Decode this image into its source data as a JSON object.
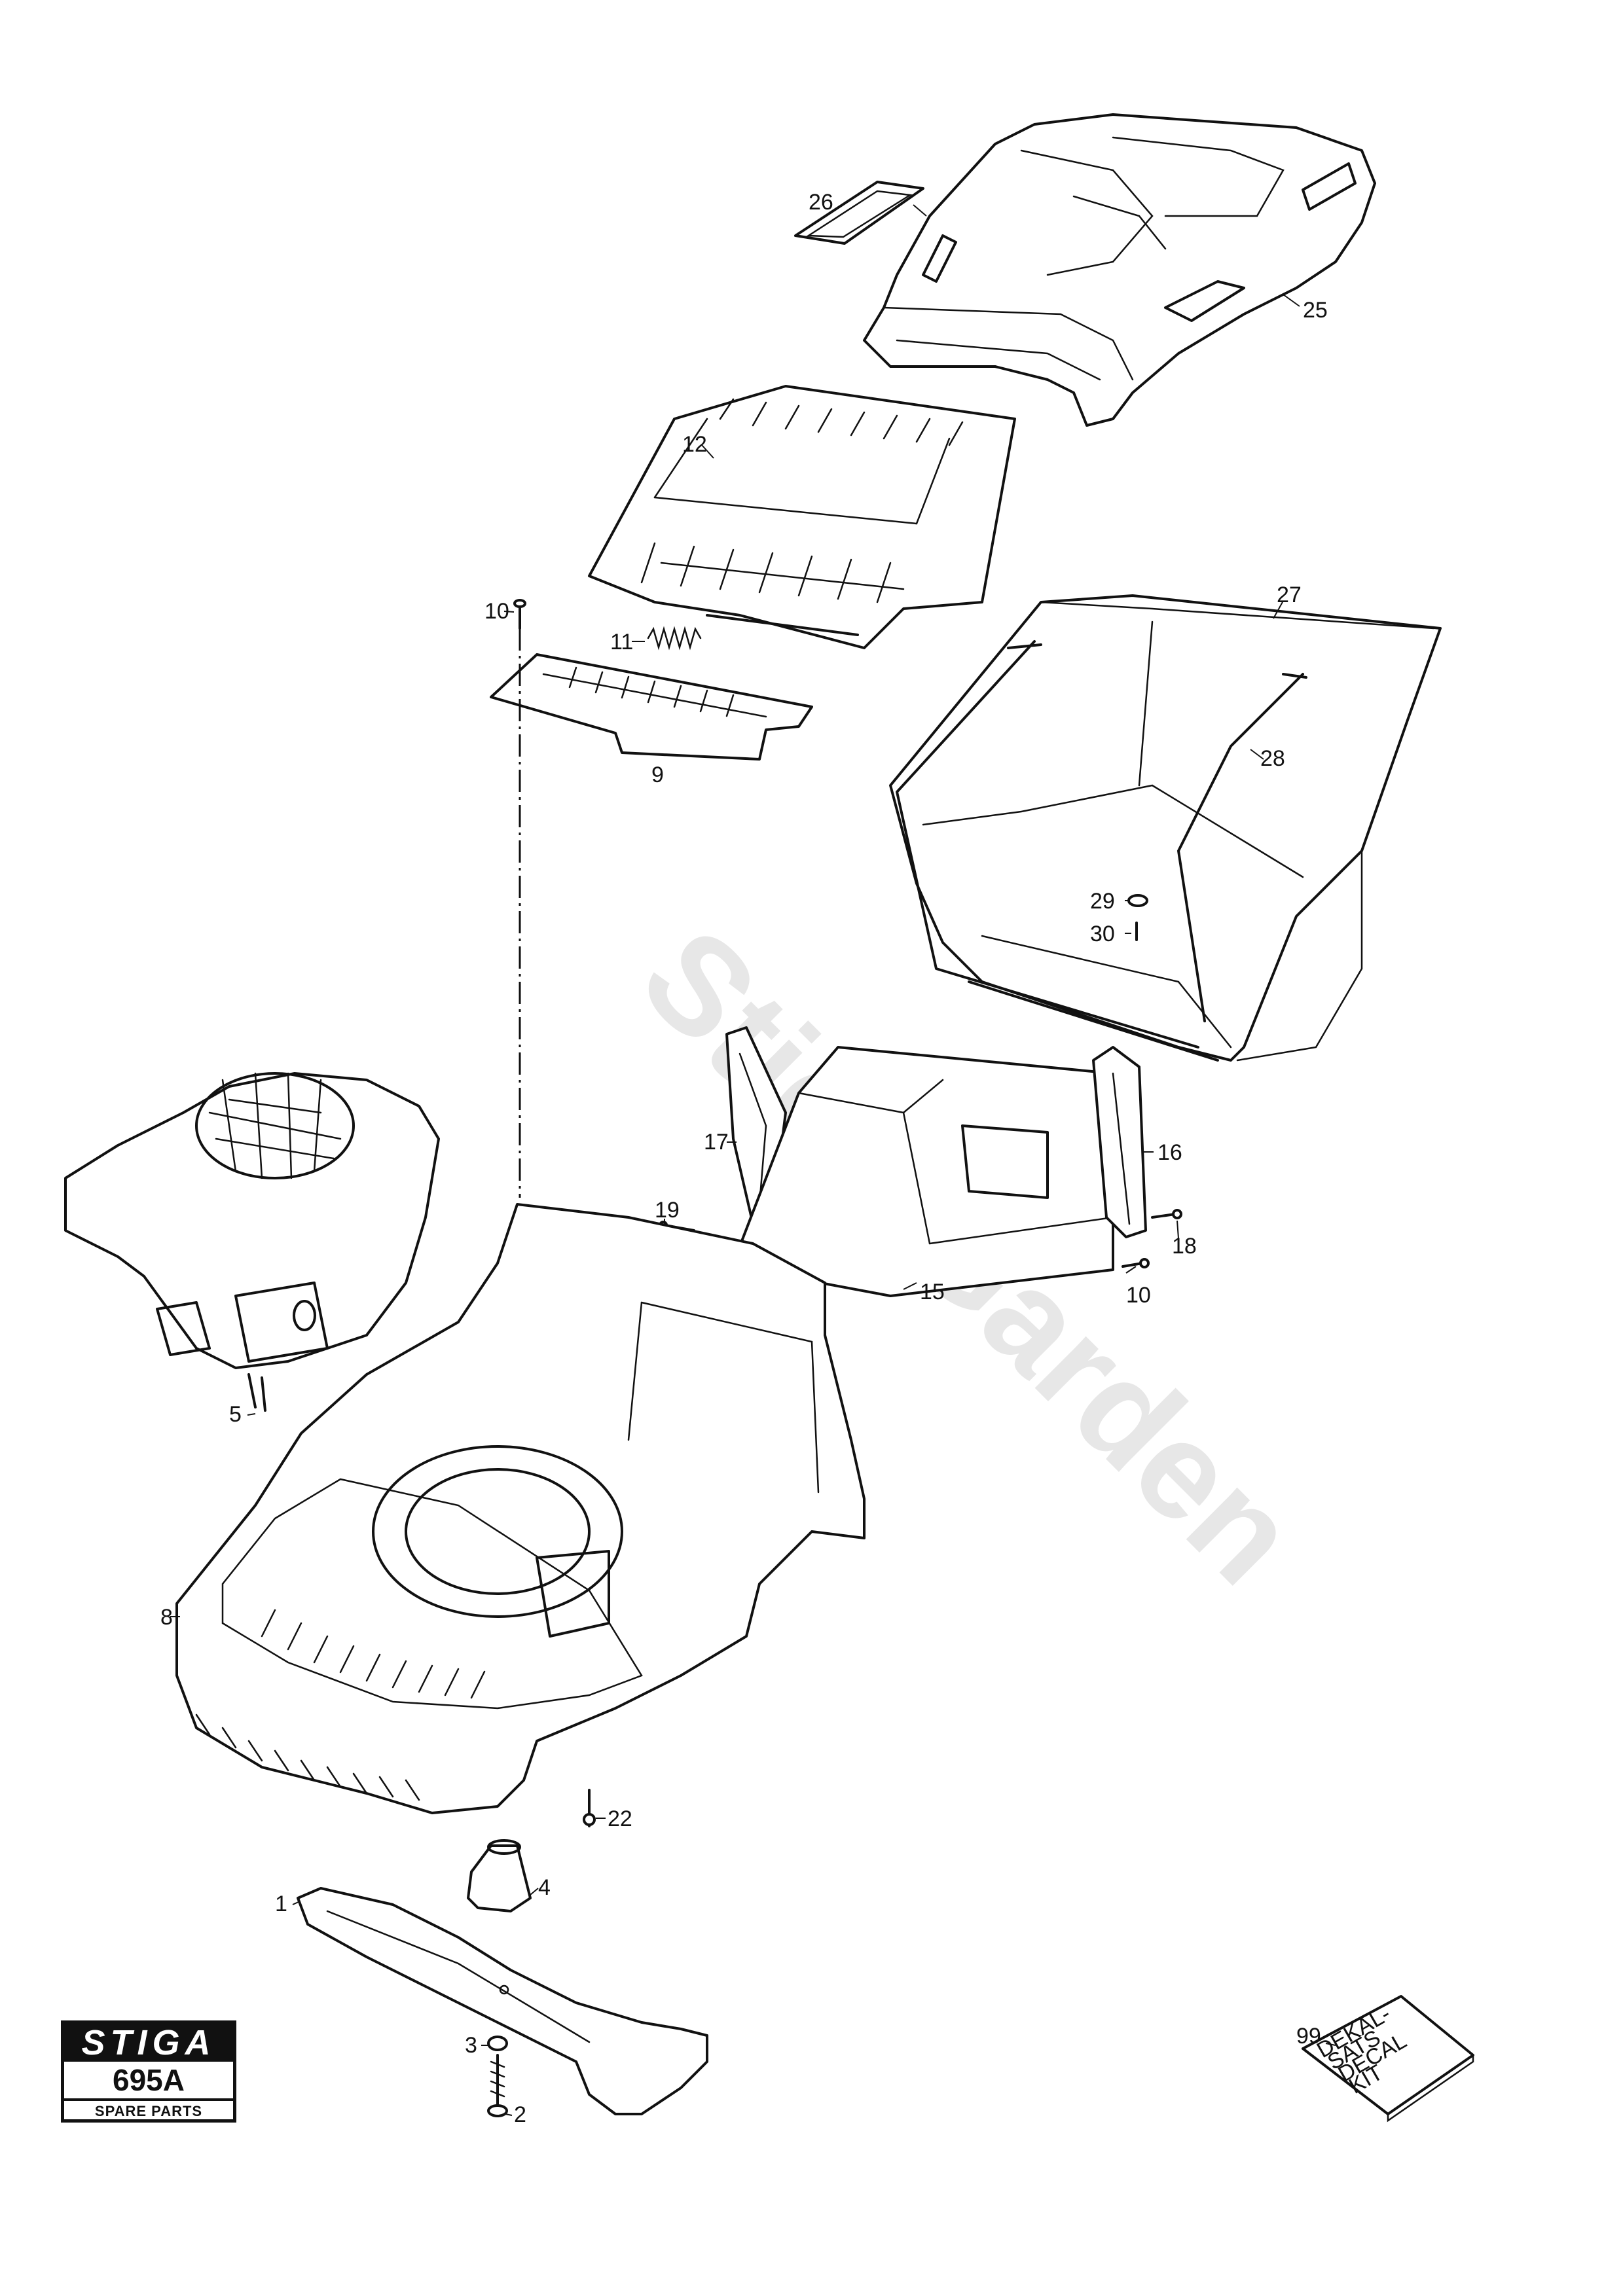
{
  "watermark": "Stiga Garden",
  "logo": {
    "brand": "STIGA",
    "model": "695A",
    "subtitle": "SPARE PARTS"
  },
  "decal_kit": {
    "lines": [
      "DEKAL-",
      "SATS",
      "DECAL",
      "KIT"
    ]
  },
  "callouts": [
    {
      "id": "c26",
      "label": "26"
    },
    {
      "id": "c25",
      "label": "25"
    },
    {
      "id": "c12",
      "label": "12"
    },
    {
      "id": "c27",
      "label": "27"
    },
    {
      "id": "c10a",
      "label": "10"
    },
    {
      "id": "c11",
      "label": "11"
    },
    {
      "id": "c28",
      "label": "28"
    },
    {
      "id": "c9",
      "label": "9"
    },
    {
      "id": "c29",
      "label": "29"
    },
    {
      "id": "c30",
      "label": "30"
    },
    {
      "id": "c17",
      "label": "17"
    },
    {
      "id": "c16",
      "label": "16"
    },
    {
      "id": "c19",
      "label": "19"
    },
    {
      "id": "c18",
      "label": "18"
    },
    {
      "id": "c15",
      "label": "15"
    },
    {
      "id": "c10b",
      "label": "10"
    },
    {
      "id": "c5",
      "label": "5"
    },
    {
      "id": "c8",
      "label": "8"
    },
    {
      "id": "c22",
      "label": "22"
    },
    {
      "id": "c4",
      "label": "4"
    },
    {
      "id": "c1",
      "label": "1"
    },
    {
      "id": "c3",
      "label": "3"
    },
    {
      "id": "c2",
      "label": "2"
    },
    {
      "id": "c99",
      "label": "99"
    }
  ]
}
